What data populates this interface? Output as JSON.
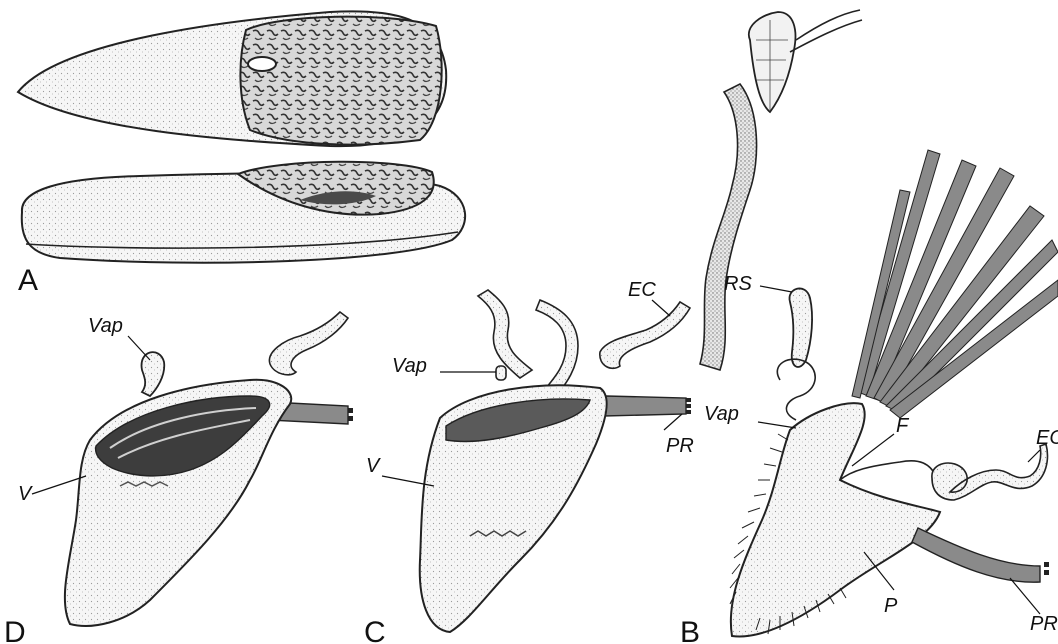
{
  "panels": {
    "A": {
      "label": "A"
    },
    "B": {
      "label": "B",
      "labels": {
        "rs": "RS",
        "vap": "Vap",
        "f": "F",
        "ec": "EC",
        "p": "P",
        "pr": "PR"
      }
    },
    "C": {
      "label": "C",
      "labels": {
        "ec": "EC",
        "vap": "Vap",
        "v": "V",
        "pr": "PR"
      }
    },
    "D": {
      "label": "D",
      "labels": {
        "vap": "Vap",
        "v": "V"
      }
    }
  },
  "colors": {
    "ink": "#222222",
    "muscle": "#8a8a8a",
    "lumen": "#3d3d3d",
    "tissue": "#f2f2f2"
  }
}
